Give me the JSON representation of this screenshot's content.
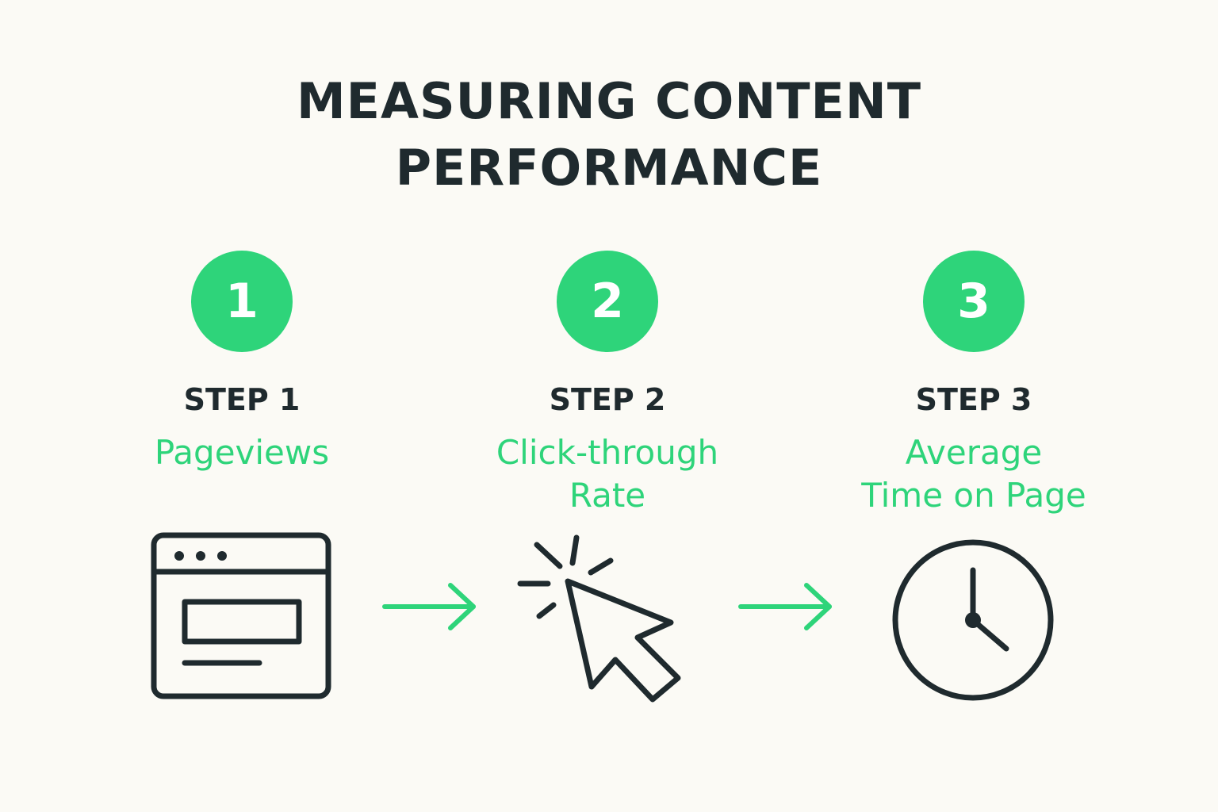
{
  "title": {
    "line1": "MEASURING CONTENT",
    "line2": "PERFORMANCE"
  },
  "colors": {
    "accent": "#2ed47a",
    "text": "#1f2a2e",
    "background": "#fbfaf5"
  },
  "steps": [
    {
      "number": "1",
      "label": "STEP 1",
      "metric": "Pageviews",
      "icon": "browser-window-icon"
    },
    {
      "number": "2",
      "label": "STEP 2",
      "metric": "Click-through Rate",
      "icon": "cursor-click-icon"
    },
    {
      "number": "3",
      "label": "STEP 3",
      "metric": "Average Time on Page",
      "icon": "clock-icon"
    }
  ],
  "connectors": [
    "arrow-right-icon",
    "arrow-right-icon"
  ]
}
